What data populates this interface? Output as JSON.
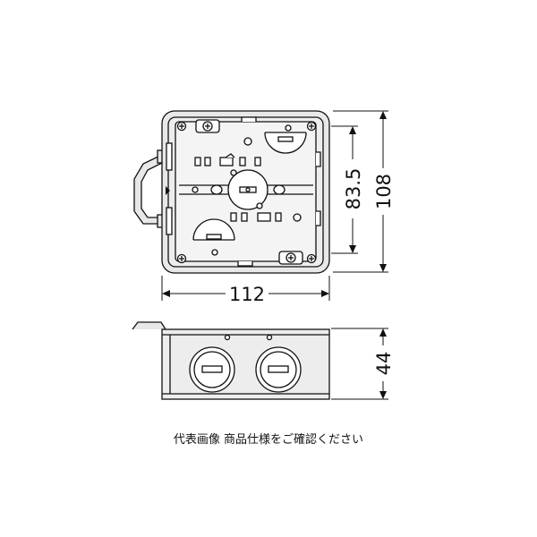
{
  "dimensions": {
    "width": "112",
    "height_outer": "108",
    "height_inner": "83.5",
    "depth": "44"
  },
  "caption": "代表画像 商品仕様をご確認ください",
  "colors": {
    "line": "#111111",
    "body_fill": "#e8e8e8",
    "inner_fill": "#f4f4f4",
    "hole_fill": "#ffffff"
  }
}
